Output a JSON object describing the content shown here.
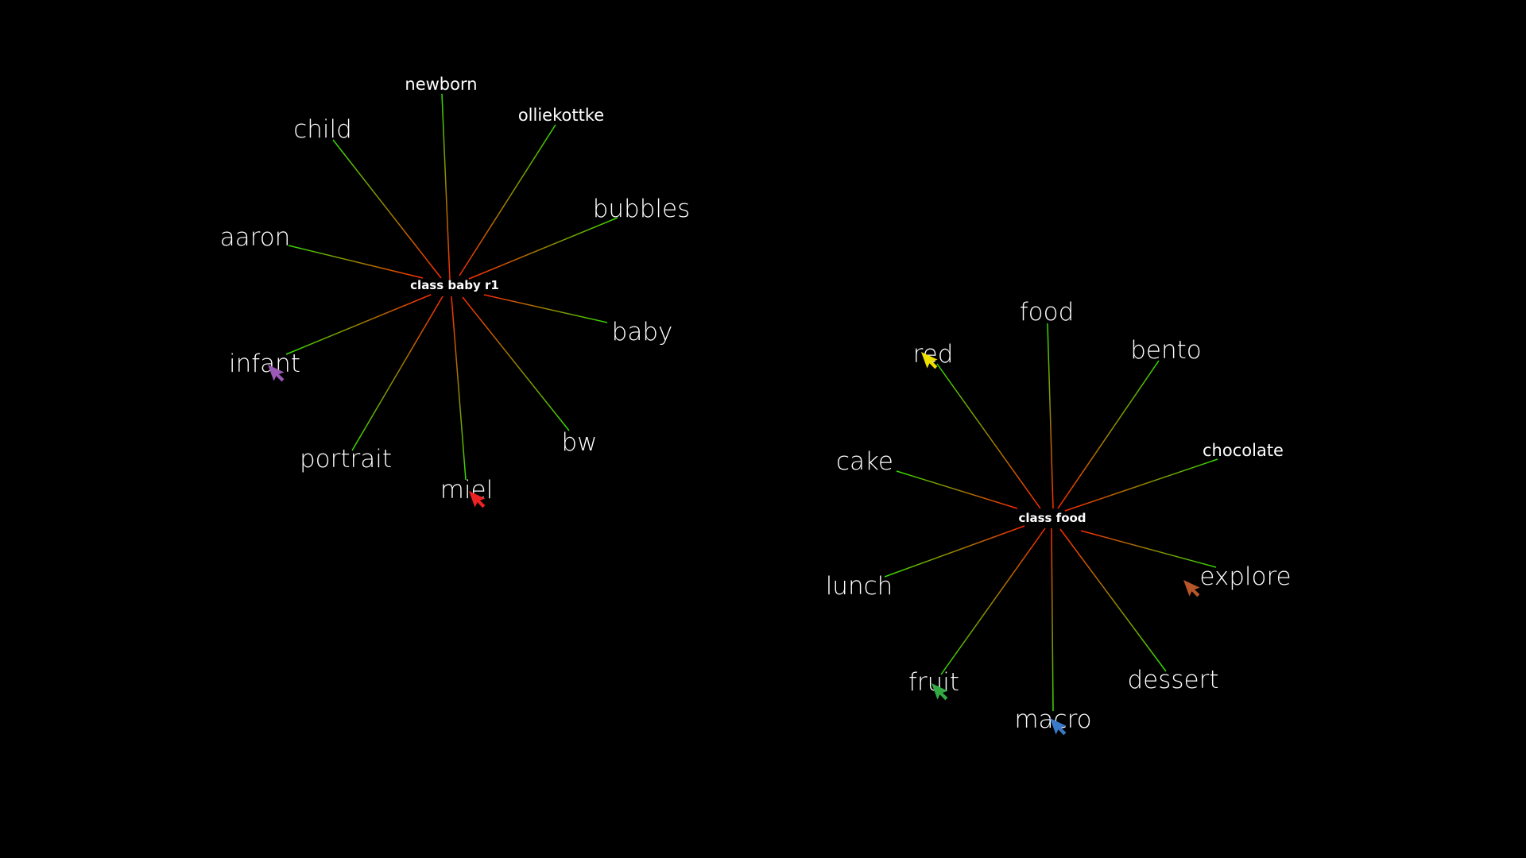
{
  "colors": {
    "background": "#000000",
    "spoke_inner": "#ff2a00",
    "spoke_outer": "#33dd00",
    "text": "#ffffff"
  },
  "clusters": [
    {
      "id": "baby",
      "center_label": "class  baby  r1",
      "labels": [
        "newborn",
        "olliekottke",
        "bubbles",
        "baby",
        "bw",
        "miel",
        "portrait",
        "infant",
        "aaron",
        "child"
      ]
    },
    {
      "id": "food",
      "center_label": "class  food",
      "labels": [
        "food",
        "bento",
        "chocolate",
        "explore",
        "dessert",
        "macro",
        "fruit",
        "lunch",
        "cake",
        "red"
      ]
    }
  ],
  "cursors": [
    {
      "name": "infant-cursor",
      "color": "#9b59b6"
    },
    {
      "name": "miel-cursor",
      "color": "#ee2222"
    },
    {
      "name": "red-cursor",
      "color": "#f0e000"
    },
    {
      "name": "explore-cursor",
      "color": "#b8562a"
    },
    {
      "name": "fruit-cursor",
      "color": "#33aa44"
    },
    {
      "name": "macro-cursor",
      "color": "#3a7ac8"
    }
  ]
}
